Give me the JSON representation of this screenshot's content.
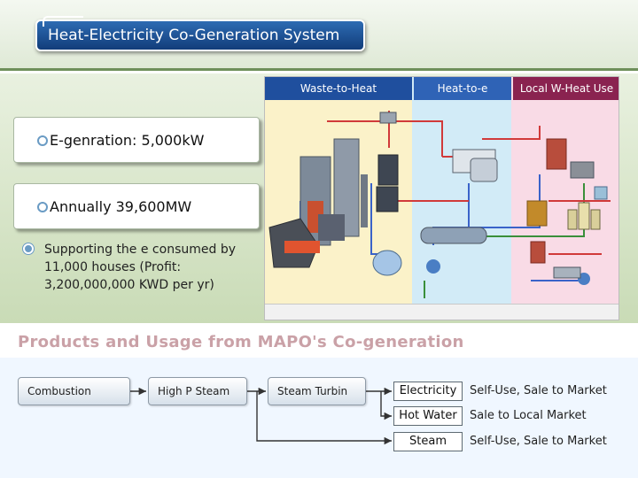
{
  "header": {
    "title": "Heat-Electricity Co-Generation System"
  },
  "diagram": {
    "zones": [
      "Waste-to-Heat",
      "Heat-to-e",
      "Local W-Heat Use"
    ]
  },
  "cards": [
    {
      "label": "E-genration: 5,000kW"
    },
    {
      "label": "Annually 39,600MW"
    }
  ],
  "support_text": "Supporting the e consumed by 11,000 houses (Profit: 3,200,000,000 KWD per yr)",
  "products": {
    "title": "Products and Usage from MAPO's Co-generation",
    "flow": [
      "Combustion",
      "High P Steam",
      "Steam Turbin"
    ],
    "outputs": [
      {
        "name": "Electricity",
        "usage": "Self-Use, Sale to Market"
      },
      {
        "name": "Hot Water",
        "usage": "Sale to Local Market"
      },
      {
        "name": "Steam",
        "usage": "Self-Use, Sale to Market"
      }
    ]
  },
  "colors": {
    "title_bar": "#1f4f9e",
    "zone_waste": "#fbf2c9",
    "zone_heat": "#d2ebf7",
    "zone_local": "#f9dbe6",
    "products_title": "#caa1a7"
  }
}
